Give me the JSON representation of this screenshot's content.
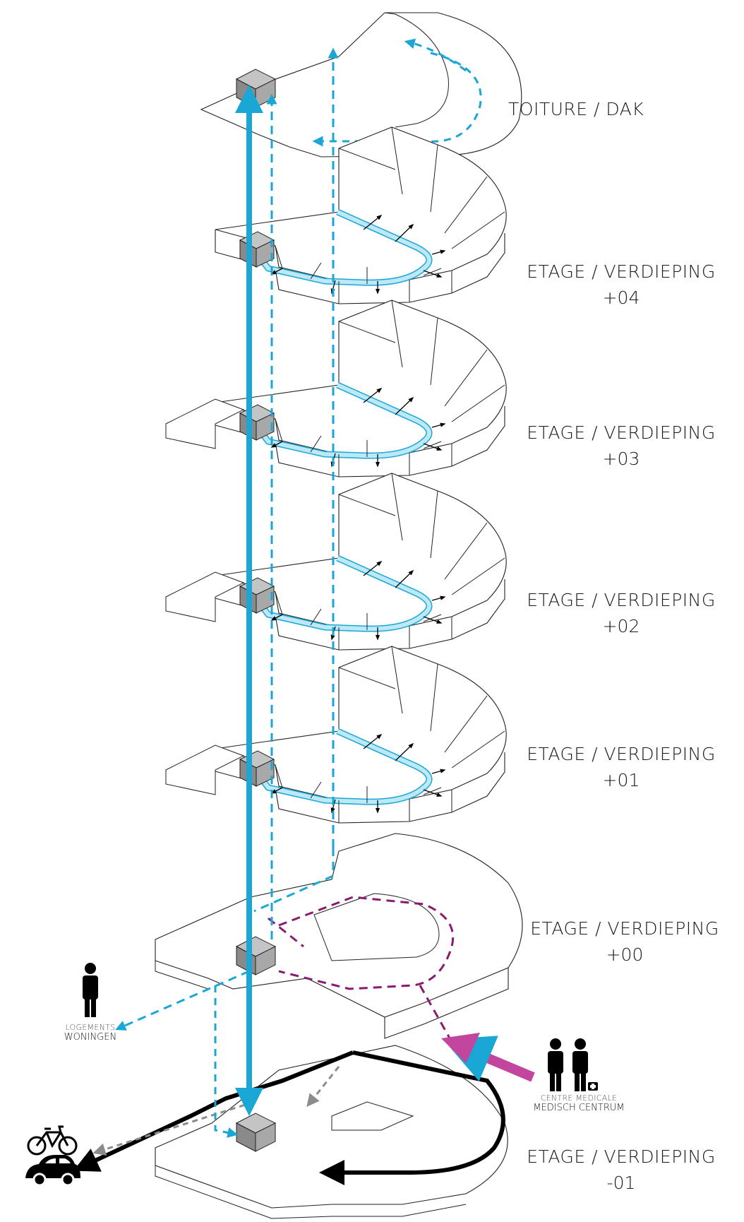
{
  "levels": [
    {
      "title": "TOITURE / DAK",
      "code": ""
    },
    {
      "title": "ETAGE / VERDIEPING",
      "code": "+04"
    },
    {
      "title": "ETAGE / VERDIEPING",
      "code": "+03"
    },
    {
      "title": "ETAGE / VERDIEPING",
      "code": "+02"
    },
    {
      "title": "ETAGE / VERDIEPING",
      "code": "+01"
    },
    {
      "title": "ETAGE / VERDIEPING",
      "code": "+00"
    },
    {
      "title": "ETAGE / VERDIEPING",
      "code": "-01"
    }
  ],
  "access": {
    "housing": {
      "caption": "LOGEMENTS",
      "label": "WONINGEN"
    },
    "medical": {
      "caption": "CENTRE MEDICALE",
      "label": "MEDISCH CENTRUM"
    }
  },
  "colors": {
    "circulation": "#1aa7d6",
    "corridor_fill": "#bde8f5",
    "medical_route": "#8a1a6e",
    "medical_arrow": "#c2459e",
    "vehicle_route": "#000000",
    "bike_route": "#8c8c8c",
    "core": "#9a9a9a"
  },
  "icons": [
    "person-icon",
    "doctor-icon",
    "bicycle-icon",
    "car-icon",
    "core-box-icon"
  ]
}
